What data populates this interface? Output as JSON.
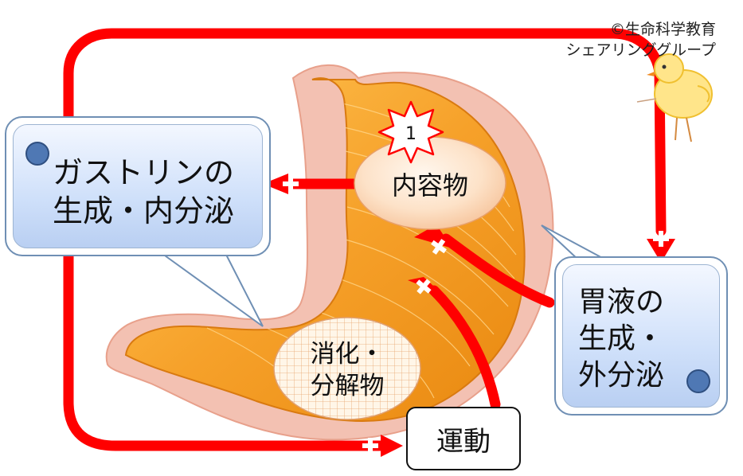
{
  "credit": {
    "line1": "©生命科学教育",
    "line2": "シェアリンググループ"
  },
  "gastrin_box": {
    "line1": "ガストリンの",
    "line2": "生成・内分泌"
  },
  "gastric_box": {
    "line1": "胃液の",
    "line2": "生成・",
    "line3": "外分泌"
  },
  "contents": {
    "label": "内容物"
  },
  "digest": {
    "line1": "消化・",
    "line2": "分解物"
  },
  "movement": {
    "label": "運動"
  },
  "burst": {
    "number": "1"
  },
  "colors": {
    "arrow": "#ff0000",
    "stomach": "#f29a1a",
    "mucosa": "#f0b5a4",
    "callout_fill": "#c9dbf8",
    "dot": "#4f78b4"
  }
}
